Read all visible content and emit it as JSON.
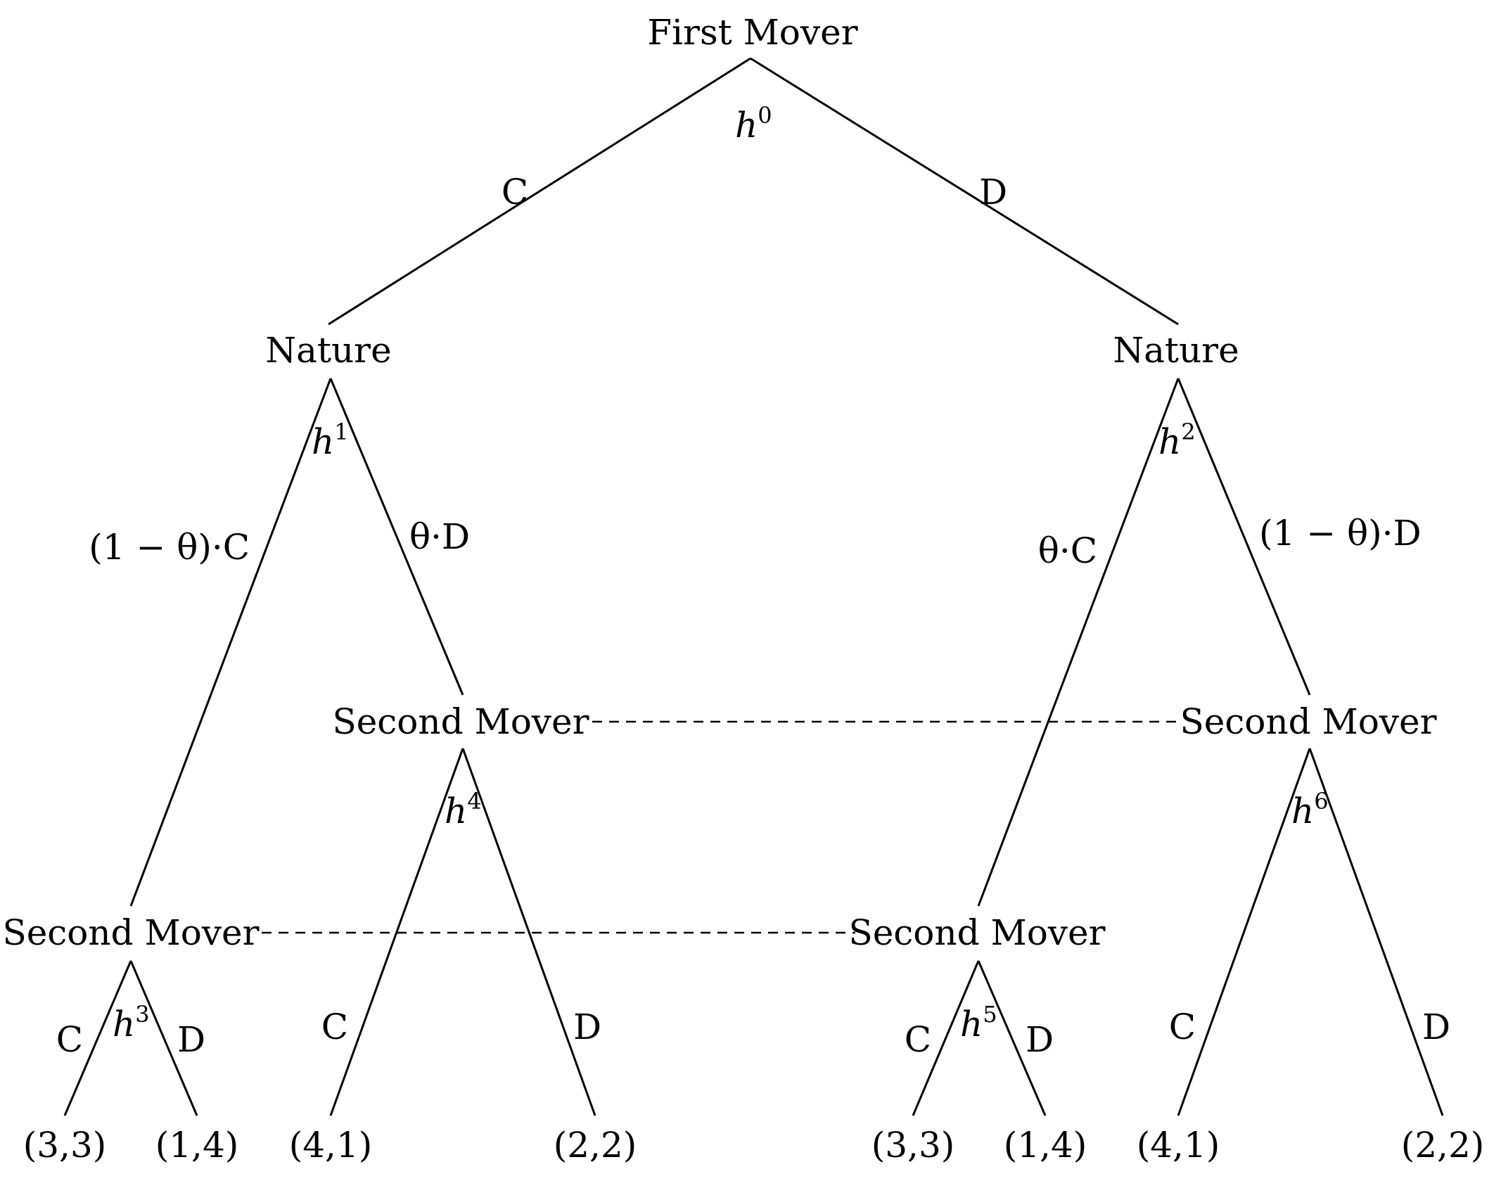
{
  "nodes": {
    "root": "First Mover",
    "nature_left": "Nature",
    "nature_right": "Nature",
    "second_mover_1": "Second Mover",
    "second_mover_2": "Second Mover",
    "second_mover_3": "Second Mover",
    "second_mover_4": "Second Mover"
  },
  "histories": {
    "h0": {
      "base": "h",
      "sup": "0"
    },
    "h1": {
      "base": "h",
      "sup": "1"
    },
    "h2": {
      "base": "h",
      "sup": "2"
    },
    "h3": {
      "base": "h",
      "sup": "3"
    },
    "h4": {
      "base": "h",
      "sup": "4"
    },
    "h5": {
      "base": "h",
      "sup": "5"
    },
    "h6": {
      "base": "h",
      "sup": "6"
    }
  },
  "edges": {
    "root_left": "C",
    "root_right": "D",
    "nature_left_left": "(1 − θ)·C",
    "nature_left_right": "θ·D",
    "nature_right_left": "θ·C",
    "nature_right_right": "(1 − θ)·D",
    "h3_left": "C",
    "h3_right": "D",
    "h4_left": "C",
    "h4_right": "D",
    "h5_left": "C",
    "h5_right": "D",
    "h6_left": "C",
    "h6_right": "D"
  },
  "payoffs": [
    "(3,3)",
    "(1,4)",
    "(4,1)",
    "(2,2)",
    "(3,3)",
    "(1,4)",
    "(4,1)",
    "(2,2)"
  ]
}
